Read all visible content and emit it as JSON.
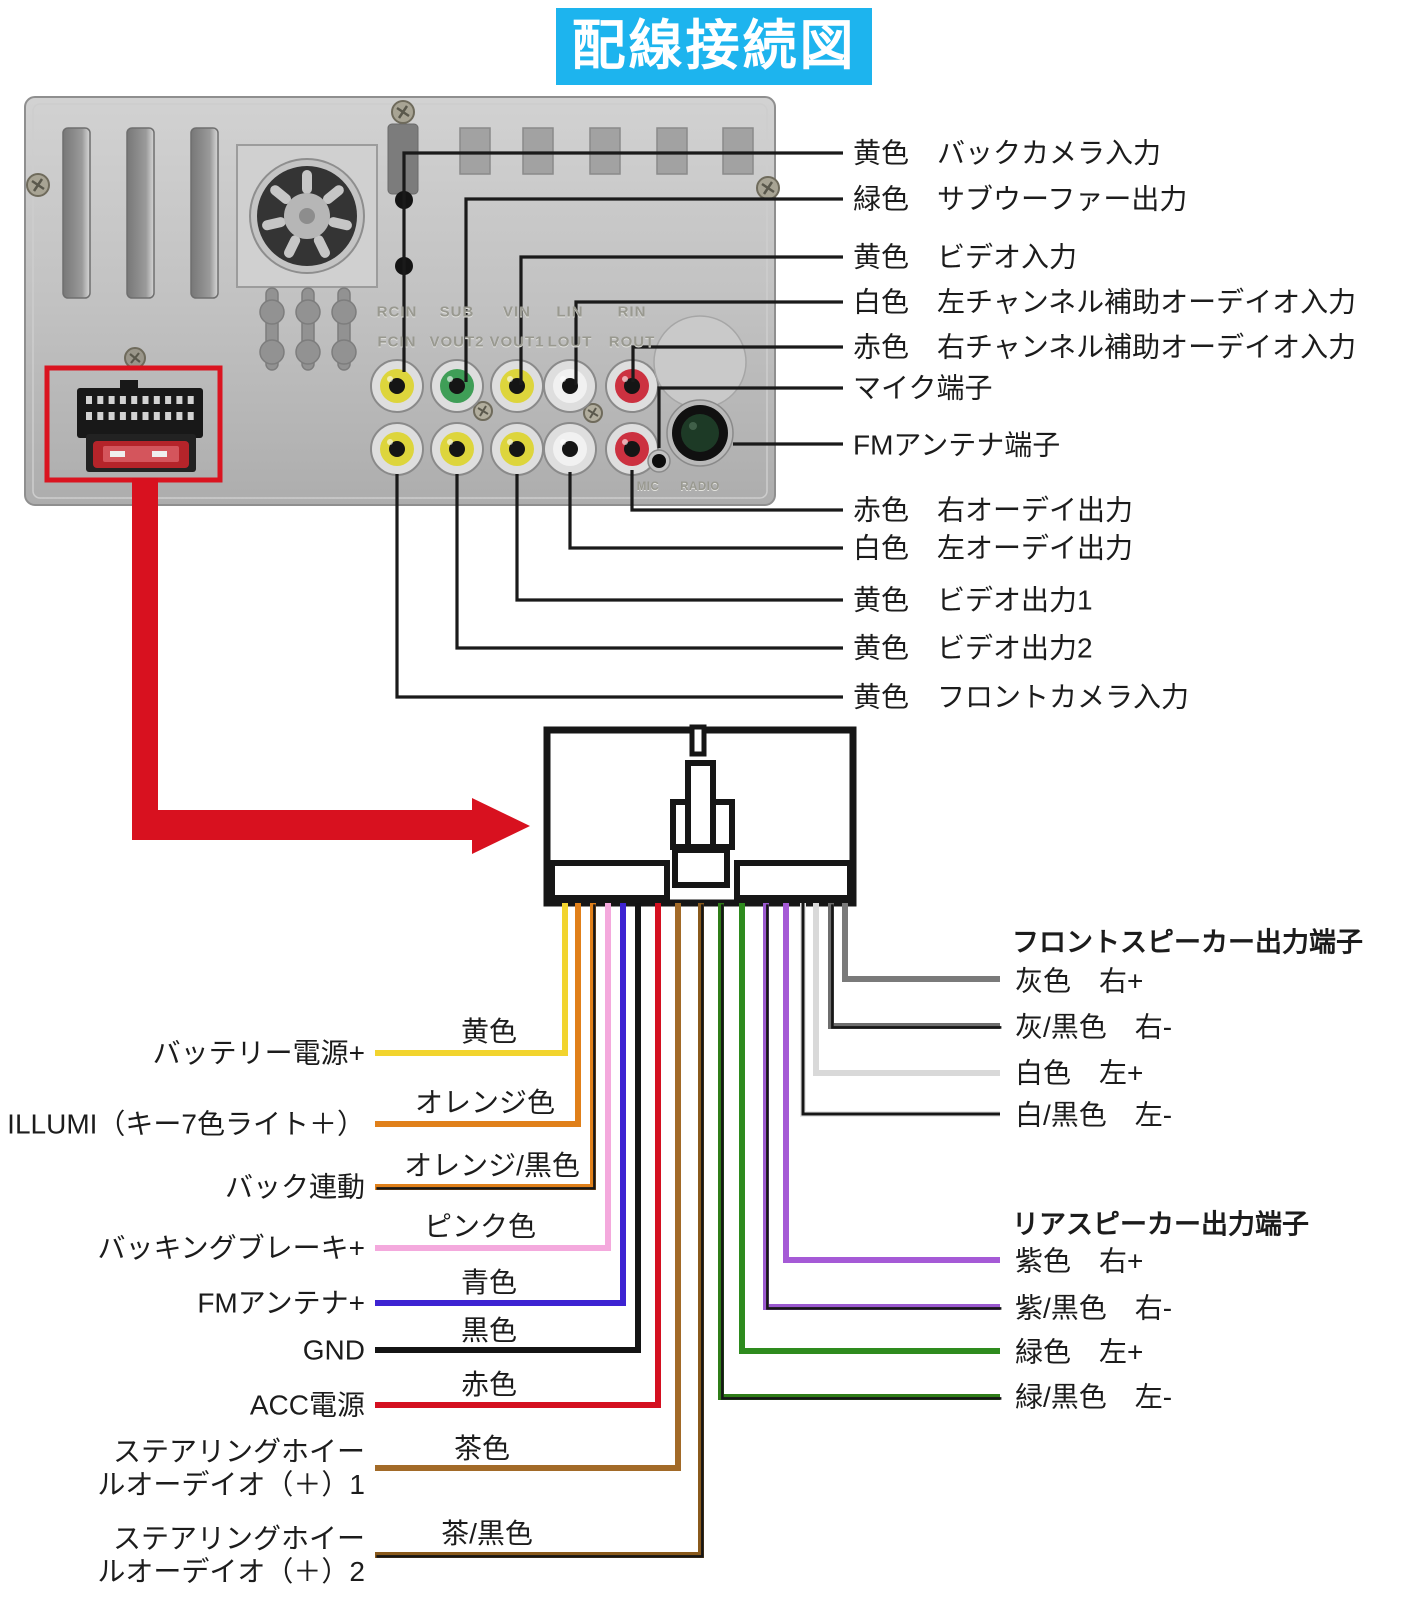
{
  "title": "配線接続図",
  "title_bg": "#1db4ee",
  "arrow_color": "#d8111f",
  "highlight_color": "#da1420",
  "unit": {
    "embossed_top": [
      "RCIN",
      "SUB",
      "VIN",
      "LIN",
      "RIN"
    ],
    "embossed_bottom": [
      "FCIN",
      "VOUT2",
      "VOUT1",
      "LOUT",
      "ROUT"
    ],
    "port_labels": [
      "MIC",
      "RADIO"
    ],
    "jack_colors_top": [
      "#ddd53c",
      "#3f9e57",
      "#ddd53c",
      "#f1f1f1",
      "#cc3140"
    ],
    "jack_colors_bottom": [
      "#ddd53c",
      "#ddd53c",
      "#ddd53c",
      "#f1f1f1",
      "#cc3140"
    ],
    "leaders": [
      "黄色　バックカメラ入力",
      "緑色　サブウーファー出力",
      "黄色　ビデオ入力",
      "白色　左チャンネル補助オーデイオ入力",
      "赤色　右チャンネル補助オーデイオ入力",
      "マイク端子",
      "FMアンテナ端子",
      "赤色　右オーデイ出力",
      "白色　左オーデイ出力",
      "黄色　ビデオ出力1",
      "黄色　ビデオ出力2",
      "黄色　フロントカメラ入力"
    ]
  },
  "harness": {
    "front_header": "フロントスピーカー出力端子",
    "rear_header": "リアスピーカー出力端子",
    "left": [
      {
        "label": "バッテリー電源+",
        "label2": "",
        "color_name": "黄色",
        "color": "#f2d42e",
        "stripe": null
      },
      {
        "label": "ILLUMI（キー7色ライト＋）",
        "label2": "",
        "color_name": "オレンジ色",
        "color": "#e0801a",
        "stripe": null
      },
      {
        "label": "バック連動",
        "label2": "",
        "color_name": "オレンジ/黒色",
        "color": "#e0801a",
        "stripe": "#161616"
      },
      {
        "label": "バッキングブレーキ+",
        "label2": "",
        "color_name": "ピンク色",
        "color": "#f4a9dd",
        "stripe": null
      },
      {
        "label": "FMアンテナ+",
        "label2": "",
        "color_name": "青色",
        "color": "#3d23d2",
        "stripe": null
      },
      {
        "label": "GND",
        "label2": "",
        "color_name": "黒色",
        "color": "#141414",
        "stripe": null
      },
      {
        "label": "ACC電源",
        "label2": "",
        "color_name": "赤色",
        "color": "#d41020",
        "stripe": null
      },
      {
        "label": "ステアリングホイー",
        "label2": "ルオーデイオ（＋）1",
        "color_name": "茶色",
        "color": "#a26a28",
        "stripe": null
      },
      {
        "label": "ステアリングホイー",
        "label2": "ルオーデイオ（＋）2",
        "color_name": "茶/黒色",
        "color": "#8a5a1c",
        "stripe": "#161616"
      }
    ],
    "front": [
      {
        "label": "灰色　右+",
        "color": "#7a7a7a",
        "stripe": null
      },
      {
        "label": "灰/黒色　右-",
        "color": "#6e6e6e",
        "stripe": "#161616"
      },
      {
        "label": "白色　左+",
        "color": "#d9d9d9",
        "stripe": null
      },
      {
        "label": "白/黒色　左-",
        "color": "#e8e8e8",
        "stripe": "#161616",
        "stripe_center": true
      }
    ],
    "rear": [
      {
        "label": "紫色　右+",
        "color": "#a55ad6",
        "stripe": null
      },
      {
        "label": "紫/黒色　右-",
        "color": "#9b59d0",
        "stripe": "#161616"
      },
      {
        "label": "緑色　左+",
        "color": "#2e8b1e",
        "stripe": null
      },
      {
        "label": "緑/黒色　左-",
        "color": "#2f7d18",
        "stripe": "#161616"
      }
    ]
  }
}
